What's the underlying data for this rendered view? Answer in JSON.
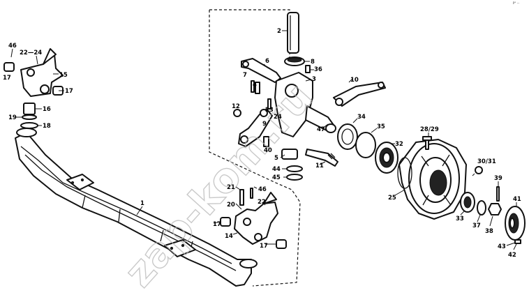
{
  "corner_mark": "P° ···",
  "watermark": "zap-kom.ru",
  "callouts": [
    {
      "id": "c46a",
      "text": "46"
    },
    {
      "id": "c2224a",
      "text": "22—24"
    },
    {
      "id": "c17a",
      "text": "17"
    },
    {
      "id": "c15",
      "text": "15"
    },
    {
      "id": "c17b",
      "text": "17"
    },
    {
      "id": "c16",
      "text": "16"
    },
    {
      "id": "c19",
      "text": "19"
    },
    {
      "id": "c18",
      "text": "18"
    },
    {
      "id": "c1",
      "text": "1"
    },
    {
      "id": "c2",
      "text": "2"
    },
    {
      "id": "c8",
      "text": "8"
    },
    {
      "id": "c6",
      "text": "6"
    },
    {
      "id": "c36",
      "text": "36"
    },
    {
      "id": "c7",
      "text": "7"
    },
    {
      "id": "c4",
      "text": "4"
    },
    {
      "id": "c3",
      "text": "3"
    },
    {
      "id": "c10",
      "text": "10"
    },
    {
      "id": "c23",
      "text": "23"
    },
    {
      "id": "c24",
      "text": "24"
    },
    {
      "id": "c12",
      "text": "12"
    },
    {
      "id": "c9",
      "text": "9"
    },
    {
      "id": "c47",
      "text": "47"
    },
    {
      "id": "c34",
      "text": "34"
    },
    {
      "id": "c35",
      "text": "35"
    },
    {
      "id": "c40",
      "text": "40"
    },
    {
      "id": "c11",
      "text": "11"
    },
    {
      "id": "c32",
      "text": "32"
    },
    {
      "id": "c2829",
      "text": "28/29"
    },
    {
      "id": "c5",
      "text": "5"
    },
    {
      "id": "c44",
      "text": "44"
    },
    {
      "id": "c45",
      "text": "45"
    },
    {
      "id": "c3031",
      "text": "30/31"
    },
    {
      "id": "c21",
      "text": "21"
    },
    {
      "id": "c46b",
      "text": "46"
    },
    {
      "id": "c20",
      "text": "20"
    },
    {
      "id": "c22",
      "text": "22"
    },
    {
      "id": "c17c",
      "text": "17"
    },
    {
      "id": "c14",
      "text": "14"
    },
    {
      "id": "c17d",
      "text": "17"
    },
    {
      "id": "c25",
      "text": "25"
    },
    {
      "id": "c39",
      "text": "39"
    },
    {
      "id": "c41",
      "text": "41"
    },
    {
      "id": "c33",
      "text": "33"
    },
    {
      "id": "c37",
      "text": "37"
    },
    {
      "id": "c38",
      "text": "38"
    },
    {
      "id": "c43",
      "text": "43"
    },
    {
      "id": "c42",
      "text": "42"
    }
  ]
}
